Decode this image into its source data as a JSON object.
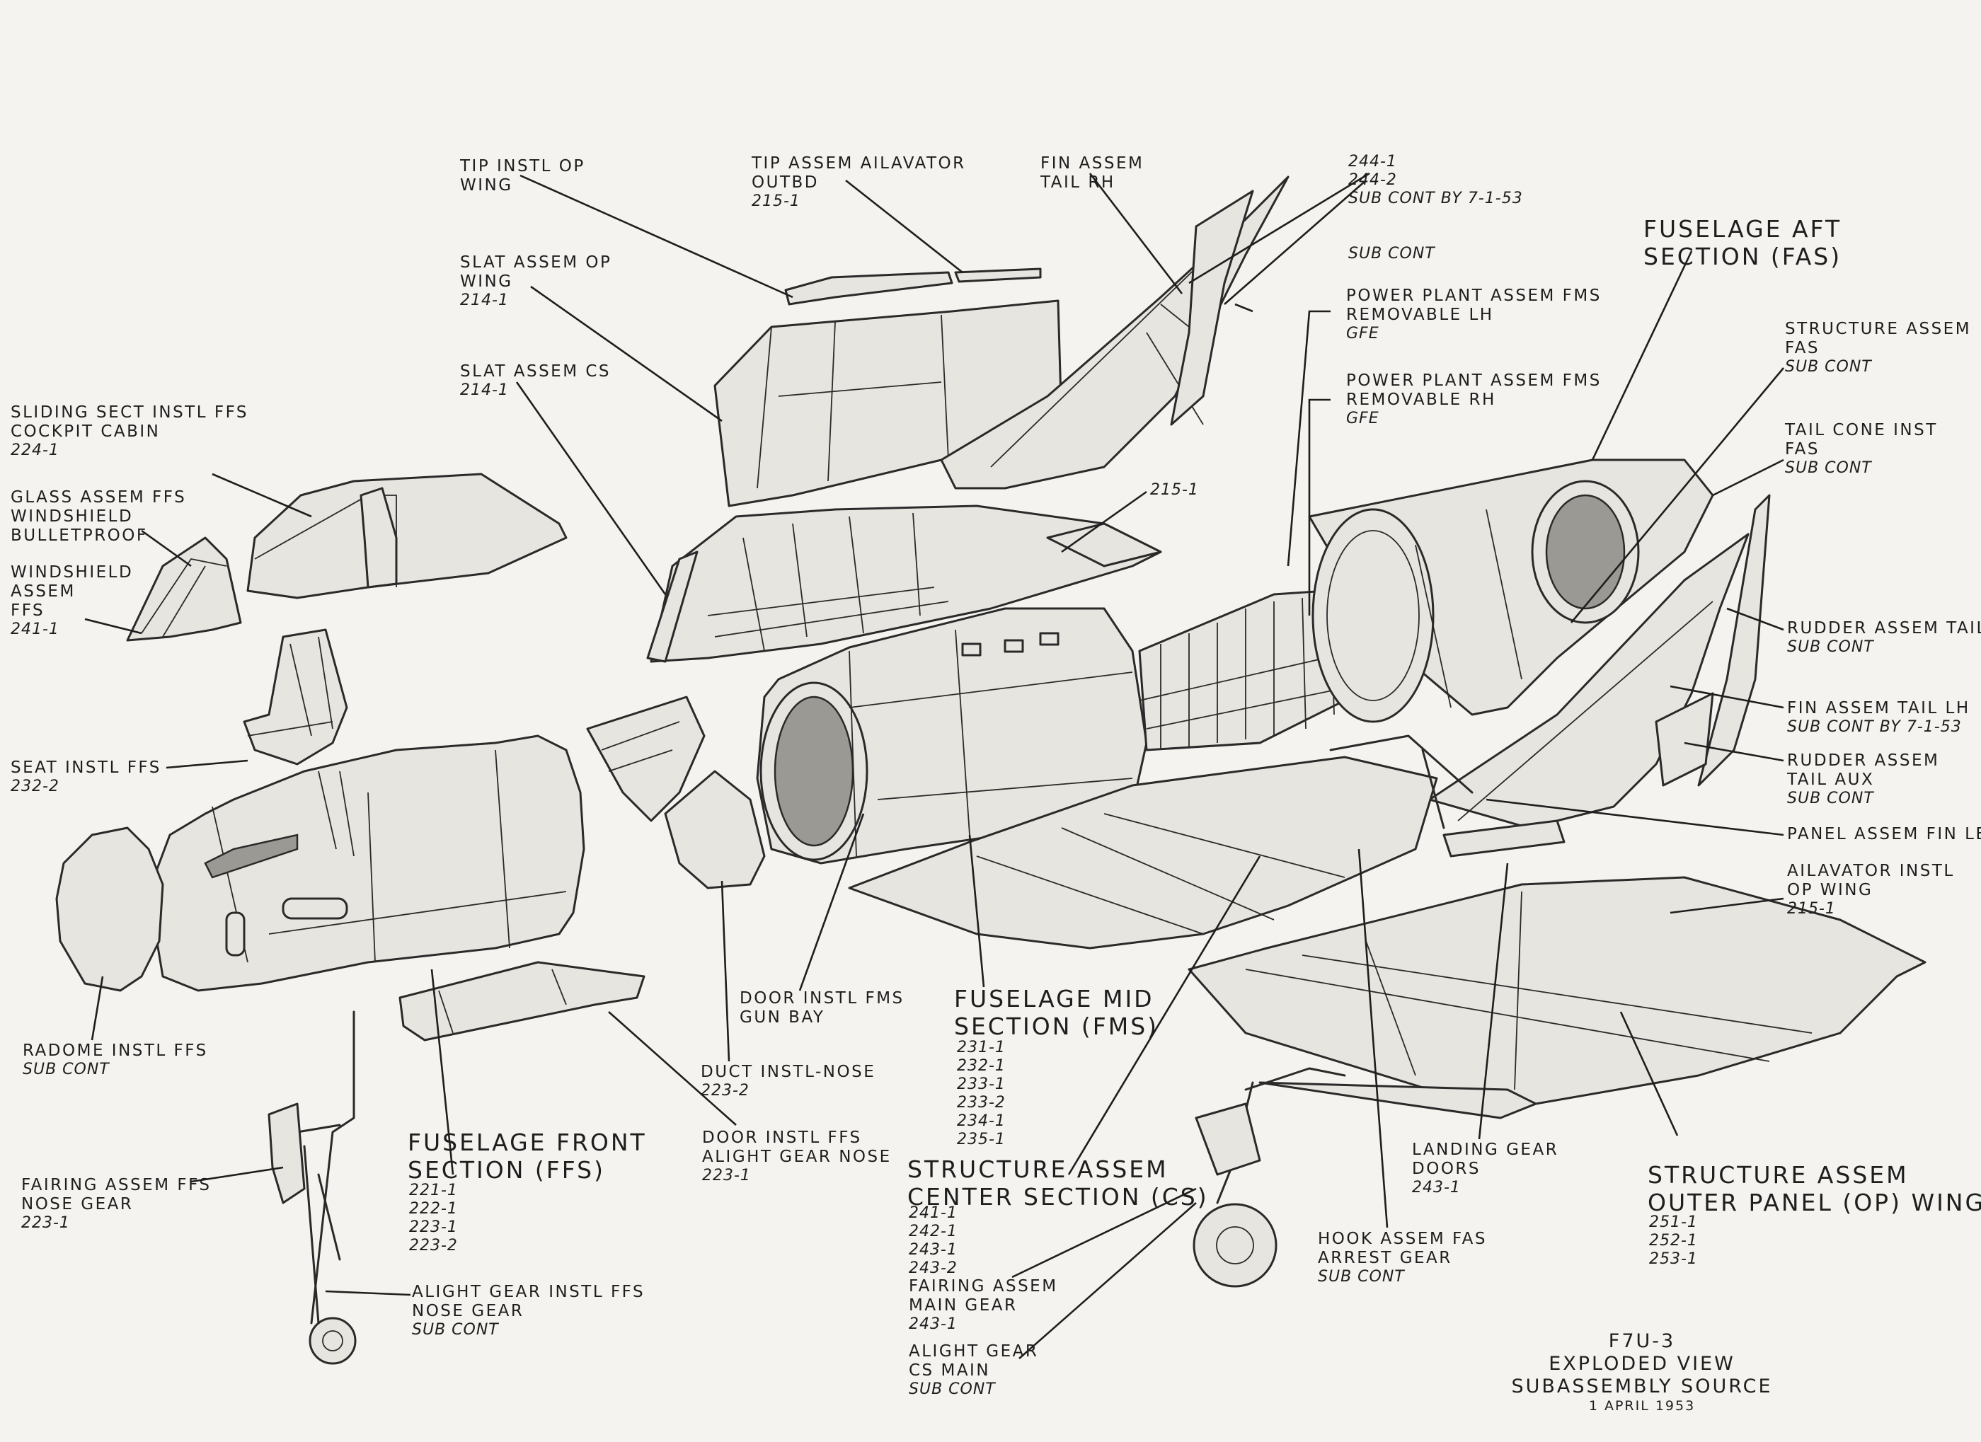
{
  "title_block": {
    "model": "F7U-3",
    "line1": "EXPLODED VIEW",
    "line2": "SUBASSEMBLY SOURCE",
    "date": "1 APRIL 1953"
  },
  "labels": {
    "tip_instl": [
      "TIP INSTL OP",
      "WING"
    ],
    "tip_assem": [
      "TIP  ASSEM AILAVATOR",
      "OUTBD",
      "215-1"
    ],
    "fin_rh": [
      "FIN ASSEM",
      "TAIL RH"
    ],
    "fin_244": [
      "244-1",
      "244-2",
      "SUB CONT BY 7-1-53"
    ],
    "sub_cont_top": "SUB CONT",
    "fas_title": [
      "FUSELAGE AFT",
      "SECTION (FAS)"
    ],
    "slat_op": [
      "SLAT ASSEM OP",
      "WING",
      "214-1"
    ],
    "slat_cs": [
      "SLAT ASSEM CS",
      "214-1"
    ],
    "pp_lh": [
      "POWER PLANT ASSEM FMS",
      "REMOVABLE  LH",
      "GFE"
    ],
    "pp_rh": [
      "POWER PLANT ASSEM FMS",
      "REMOVABLE  RH",
      "GFE"
    ],
    "struct_fas": [
      "STRUCTURE  ASSEM",
      "FAS",
      "SUB CONT"
    ],
    "tail_cone": [
      "TAIL CONE INST",
      "FAS",
      "SUB CONT"
    ],
    "sliding_sect": [
      "SLIDING SECT INSTL FFS",
      "COCKPIT  CABIN",
      "224-1"
    ],
    "glass": [
      "GLASS ASSEM FFS",
      "WINDSHIELD",
      "BULLETPROOF"
    ],
    "windshield": [
      "WINDSHIELD",
      "ASSEM",
      "FFS",
      "241-1"
    ],
    "mid_215": "215-1",
    "rudder_tail": [
      "RUDDER ASSEM TAIL",
      "SUB CONT"
    ],
    "fin_lh": [
      "FIN ASSEM TAIL LH",
      "SUB CONT BY 7-1-53"
    ],
    "rudder_aux": [
      "RUDDER ASSEM",
      "TAIL AUX",
      "SUB CONT"
    ],
    "panel_fin": "PANEL ASSEM FIN LE",
    "ailavator": [
      "AILAVATOR  INSTL",
      "OP WING",
      "215-1"
    ],
    "seat": [
      "SEAT INSTL FFS",
      "232-2"
    ],
    "radome": [
      "RADOME INSTL FFS",
      "SUB CONT"
    ],
    "door_gun": [
      "DOOR INSTL FMS",
      "GUN BAY"
    ],
    "fms_title": [
      "FUSELAGE  MID",
      "SECTION (FMS)"
    ],
    "fms_nums": [
      "231-1",
      "232-1",
      "233-1",
      "233-2",
      "234-1",
      "235-1"
    ],
    "duct": [
      "DUCT INSTL-NOSE",
      "223-2"
    ],
    "ffs_title": [
      "FUSELAGE FRONT",
      "SECTION (FFS)"
    ],
    "ffs_nums": [
      "221-1",
      "222-1",
      "223-1",
      "223-2"
    ],
    "door_ffs": [
      "DOOR INSTL FFS",
      "ALIGHT GEAR NOSE",
      "223-1"
    ],
    "fairing_nose": [
      "FAIRING ASSEM FFS",
      "NOSE GEAR",
      "223-1"
    ],
    "alight_nose": [
      "ALIGHT GEAR INSTL FFS",
      "NOSE GEAR",
      "SUB CONT"
    ],
    "cs_title": [
      "STRUCTURE  ASSEM",
      "CENTER SECTION (CS)"
    ],
    "cs_nums": [
      "241-1",
      "242-1",
      "243-1",
      "243-2"
    ],
    "fairing_main": [
      "FAIRING ASSEM",
      "MAIN GEAR",
      "243-1"
    ],
    "alight_cs": [
      "ALIGHT GEAR",
      "CS MAIN",
      "SUB CONT"
    ],
    "landing_doors": [
      "LANDING GEAR",
      "DOORS",
      "243-1"
    ],
    "hook": [
      "HOOK ASSEM FAS",
      "ARREST GEAR",
      "SUB CONT"
    ],
    "op_title": [
      "STRUCTURE  ASSEM",
      "OUTER PANEL (OP) WING"
    ],
    "op_nums": [
      "251-1",
      "252-1",
      "253-1"
    ]
  }
}
